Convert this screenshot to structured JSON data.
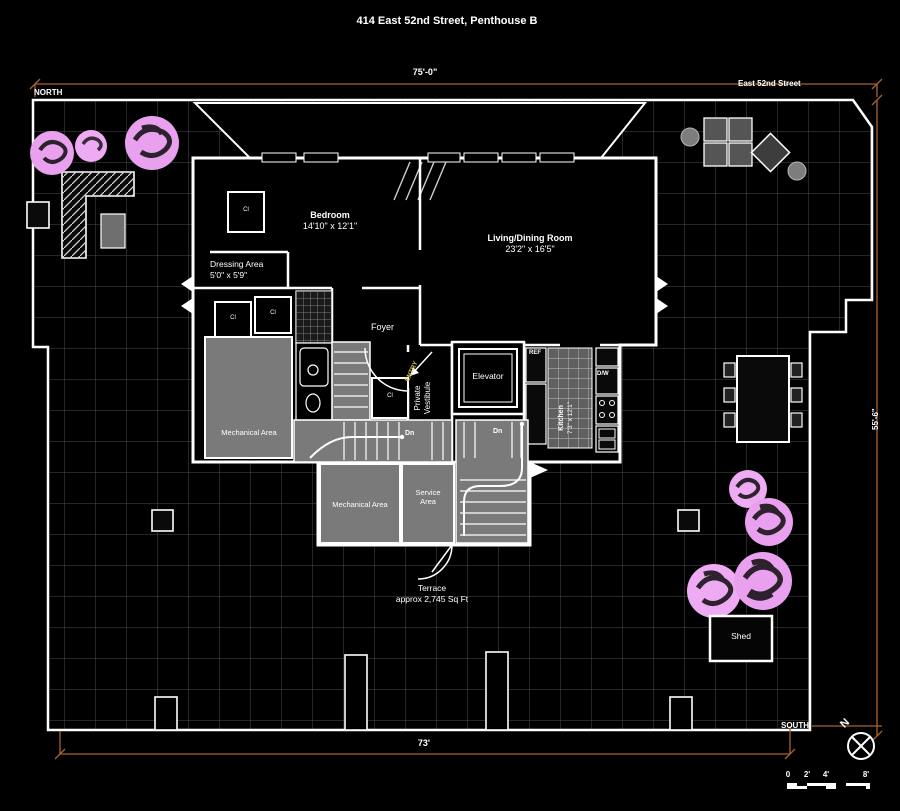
{
  "title": "414 East 52nd Street, Penthouse B",
  "plan": {
    "north": "NORTH",
    "south": "SOUTH",
    "street": "East 52nd Street"
  },
  "dims": {
    "top": "75'-0\"",
    "bottom": "73'",
    "right": "55'-6\""
  },
  "rooms": {
    "bedroom": {
      "name": "Bedroom",
      "dims": "14'10\" x 12'1\""
    },
    "living": {
      "name": "Living/Dining Room",
      "dims": "23'2\" x 16'5\""
    },
    "dressing": {
      "name": "Dressing Area",
      "dims": "5'0\" x 5'9\""
    },
    "foyer": "Foyer",
    "elevator": "Elevator",
    "vestibule": "Private Vestibule",
    "entry": "ENTRY",
    "mechanical_1": "Mechanical Area",
    "mechanical_2": "Mechanical Area",
    "service": "Service Area",
    "kitchen": {
      "name": "Kitchen",
      "dims": "7'3\" x 12'1\""
    },
    "terrace": {
      "name": "Terrace",
      "dims": "approx 2,745 Sq Ft"
    },
    "shed": "Shed",
    "closet": "Cl",
    "down": "Dn",
    "ref": "REF",
    "dw": "D/W"
  },
  "compass": {
    "n": "N"
  },
  "scale_bar": {
    "ticks": [
      "0",
      "2'",
      "4'",
      "8'"
    ]
  },
  "colors": {
    "background": "#000000",
    "walls": "#ffffff",
    "terrace_grid": "#4d4d4d",
    "gray_rooms": "#7a7a7a",
    "dimension_lines": "#a8622c",
    "trees": "#e9a0ee",
    "entry_text": "#d6c75f"
  }
}
